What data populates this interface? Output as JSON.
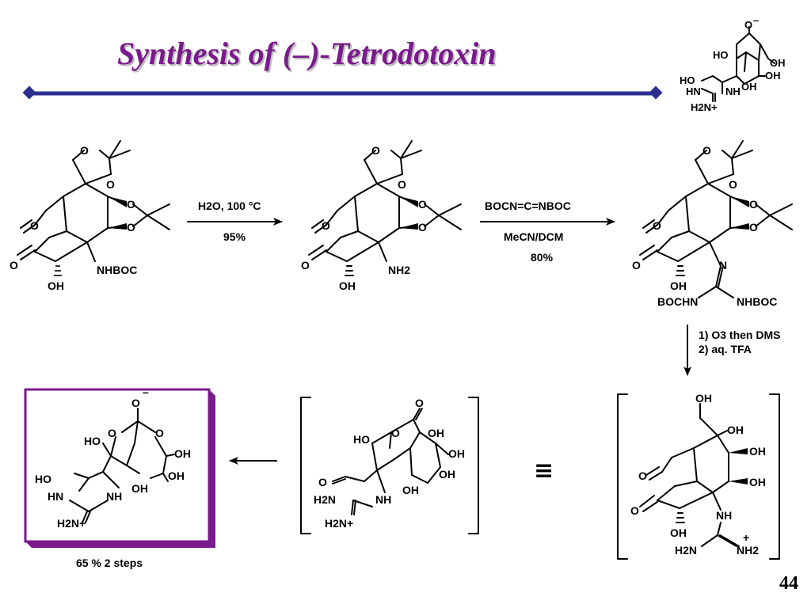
{
  "slide": {
    "title": "Synthesis of (–)-Tetrodotoxin",
    "page_number": "44",
    "accent_color": "#7a1a8c",
    "rule_color": "#2b2f8f"
  },
  "structures": {
    "ttx_small": {
      "labels": [
        "O",
        "–",
        "HO",
        "OH",
        "OH",
        "HO",
        "HN",
        "NH",
        "OH",
        "H2N+"
      ]
    },
    "s1": {
      "labels": [
        "O",
        "O",
        "O",
        "O",
        "O",
        "O",
        "NHBOC",
        "OH"
      ]
    },
    "s2": {
      "labels": [
        "O",
        "O",
        "O",
        "O",
        "O",
        "O",
        "NH2",
        "OH"
      ]
    },
    "s3": {
      "labels": [
        "O",
        "O",
        "O",
        "O",
        "O",
        "O",
        "N",
        "OH",
        "BOCHN",
        "NHBOC"
      ]
    },
    "s4": {
      "labels": [
        "OH",
        "OH",
        "OH",
        "OH",
        "O",
        "O",
        "NH",
        "OH",
        "H2N",
        "NH2",
        "+"
      ]
    },
    "s5": {
      "labels": [
        "O",
        "O",
        "HO",
        "OH",
        "OH",
        "OH",
        "OH",
        "O",
        "H2N",
        "NH",
        "H2N+"
      ]
    },
    "s6": {
      "labels": [
        "O",
        "–",
        "HO",
        "O",
        "O",
        "OH",
        "HO",
        "OH",
        "HN",
        "NH",
        "OH",
        "H2N+"
      ]
    }
  },
  "reactions": {
    "r1": {
      "reagent": "H2O, 100 °C",
      "yield": "95%"
    },
    "r2": {
      "reagent": "BOCN=C=NBOC",
      "solvent": "MeCN/DCM",
      "yield": "80%"
    },
    "r3": {
      "step1": "1)  O3 then DMS",
      "step2": "2) aq. TFA"
    },
    "equivalence": "≡",
    "final_yield": "65 % 2 steps"
  }
}
